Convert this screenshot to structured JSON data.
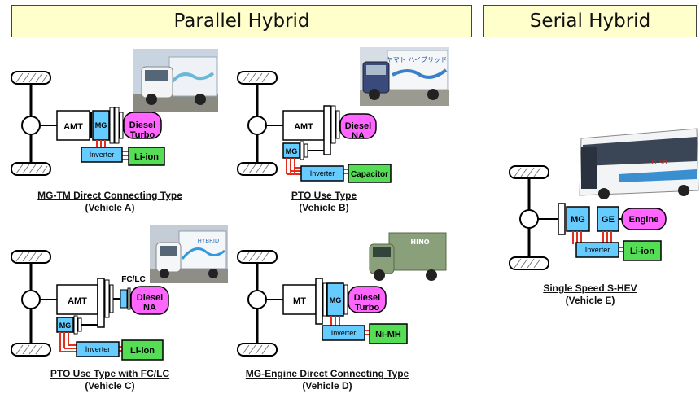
{
  "headers": {
    "parallel": "Parallel Hybrid",
    "serial": "Serial Hybrid"
  },
  "vehicles": [
    {
      "id": "A",
      "title": "MG-TM Direct Connecting Type",
      "subtitle": "(Vehicle A)",
      "labels": {
        "amt": "AMT",
        "mg": "MG",
        "engine": "Diesel Turbo",
        "inverter": "Inverter",
        "storage": "Li-ion"
      }
    },
    {
      "id": "B",
      "title": "PTO Use Type",
      "subtitle": "(Vehicle B)",
      "labels": {
        "amt": "AMT",
        "mg": "MG",
        "engine": "Diesel NA",
        "inverter": "Inverter",
        "storage": "Capacitor"
      }
    },
    {
      "id": "C",
      "title": "PTO Use Type with FC/LC",
      "subtitle": "(Vehicle C)",
      "labels": {
        "amt": "AMT",
        "mg": "MG",
        "fclc": "FC/LC",
        "engine": "Diesel NA",
        "inverter": "Inverter",
        "storage": "Li-ion"
      }
    },
    {
      "id": "D",
      "title": "MG-Engine Direct Connecting Type",
      "subtitle": "(Vehicle D)",
      "labels": {
        "mt": "MT",
        "mg": "MG",
        "engine": "Diesel Turbo",
        "inverter": "Inverter",
        "storage": "Ni-MH"
      }
    },
    {
      "id": "E",
      "title": "Single Speed S-HEV",
      "subtitle": "(Vehicle E)",
      "labels": {
        "mg": "MG",
        "ge": "GE",
        "engine": "Engine",
        "inverter": "Inverter",
        "storage": "Li-ion"
      }
    }
  ],
  "photo_marks": {
    "truck_b": "ヤマト ハイブリッド",
    "truck_c": "HYBRID",
    "truck_d": "HINO",
    "bus": "FUSO"
  },
  "colors": {
    "header_bg": "#ffffcc",
    "mg_box": "#66ccff",
    "engine_box": "#ff66ff",
    "storage_box": "#55dd55",
    "inverter_box": "#66ccff",
    "cable": "#e03020"
  }
}
